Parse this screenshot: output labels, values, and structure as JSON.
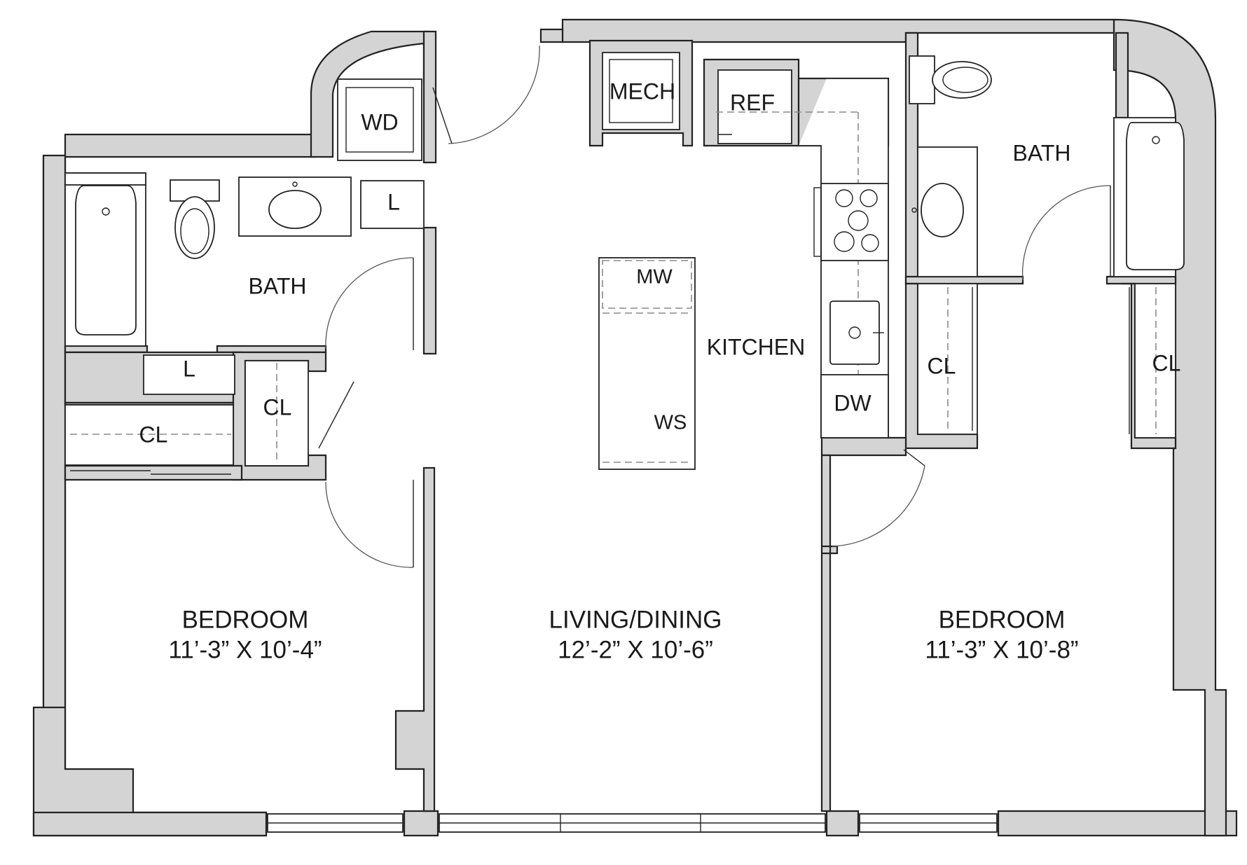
{
  "rooms": {
    "bedroom_left": {
      "name": "BEDROOM",
      "size": "11’-3” X 10’-4”"
    },
    "living": {
      "name": "LIVING/DINING",
      "size": "12’-2” X 10’-6”"
    },
    "bedroom_right": {
      "name": "BEDROOM",
      "size": "11’-3” X 10’-8”"
    },
    "kitchen": "KITCHEN",
    "bath_left": "BATH",
    "bath_right": "BATH"
  },
  "fixtures": {
    "wd": "WD",
    "mech": "MECH",
    "ref": "REF",
    "mw": "MW",
    "ws": "WS",
    "dw": "DW",
    "linen_upper": "L",
    "linen_lower": "L",
    "closet_hall": "CL",
    "closet_bed_left": "CL",
    "closet_right_a": "CL",
    "closet_right_b": "CL"
  },
  "colors": {
    "wall_fill": "#d4d4d4",
    "line": "#222222",
    "background": "#ffffff"
  }
}
